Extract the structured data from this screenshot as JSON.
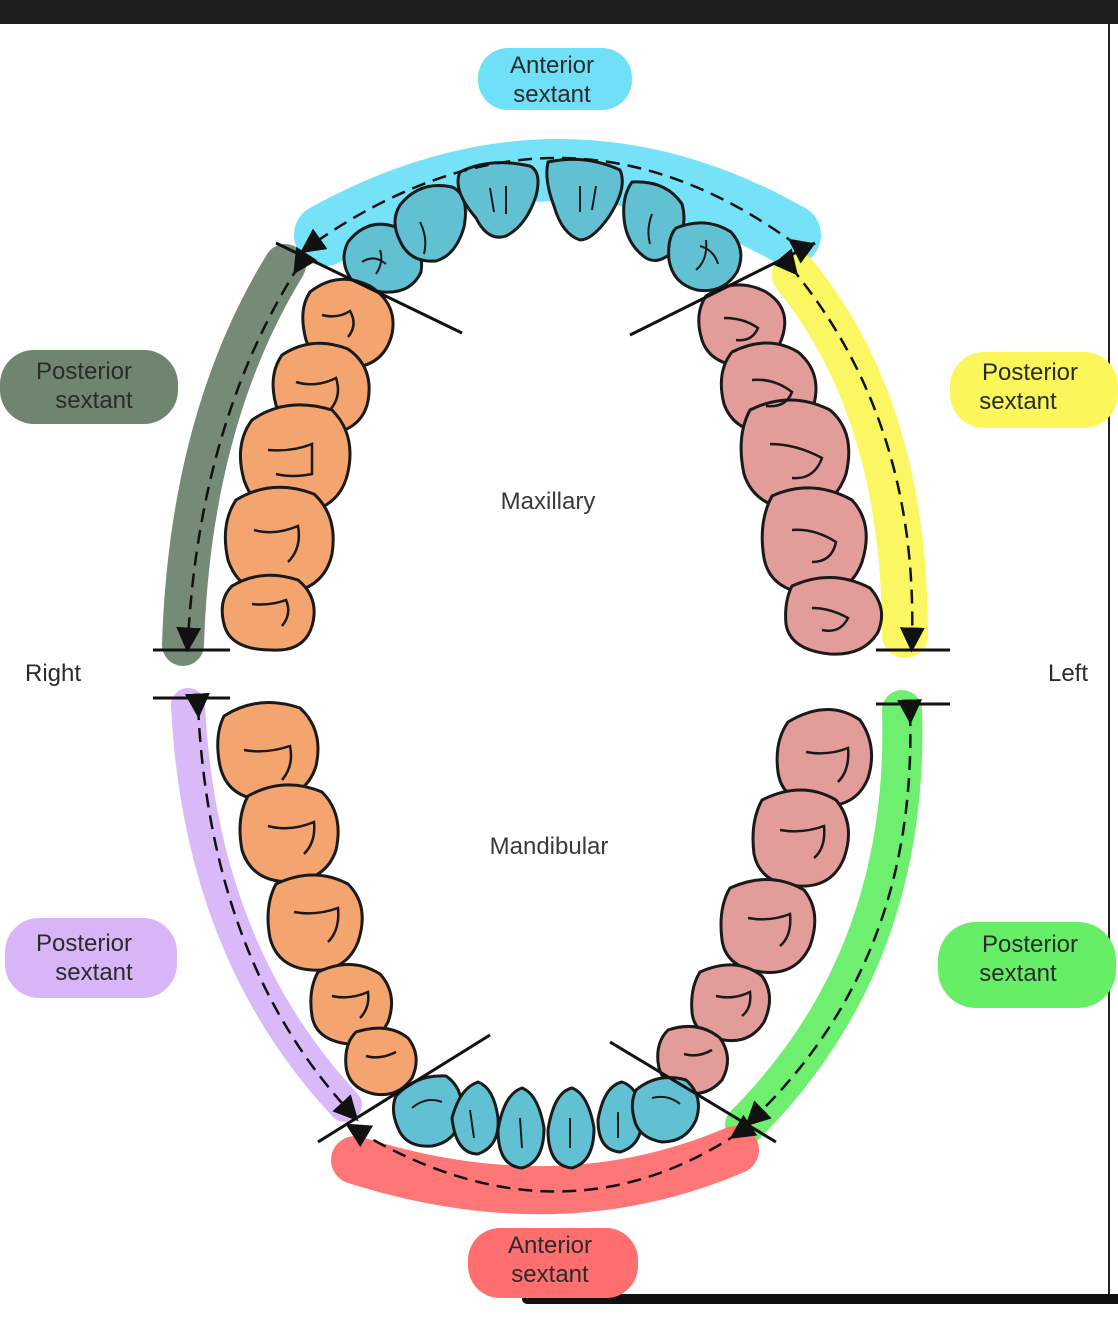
{
  "diagram": {
    "labels": {
      "anterior_top": [
        "Anterior",
        "sextant"
      ],
      "anterior_bottom": [
        "Anterior",
        "sextant"
      ],
      "posterior_upper_right": [
        "Posterior",
        "sextant"
      ],
      "posterior_upper_left": [
        "Posterior",
        "sextant"
      ],
      "posterior_lower_right": [
        "Posterior",
        "sextant"
      ],
      "posterior_lower_left": [
        "Posterior",
        "sextant"
      ],
      "maxillary": "Maxillary",
      "mandibular": "Mandibular",
      "right": "Right",
      "left": "Left"
    },
    "colors": {
      "anterior_top_highlight": "#6fe0f7",
      "anterior_bottom_highlight": "#ff6f6f",
      "posterior_upper_right_highlight": "#6f8570",
      "posterior_upper_left_highlight": "#fbf75a",
      "posterior_lower_right_highlight": "#d7b5f7",
      "posterior_lower_left_highlight": "#67ee67",
      "right_side_teeth": "#f4a46f",
      "left_side_teeth": "#e29c9a",
      "anterior_teeth": "#62c0d3",
      "outline": "#1a1a1a"
    }
  }
}
